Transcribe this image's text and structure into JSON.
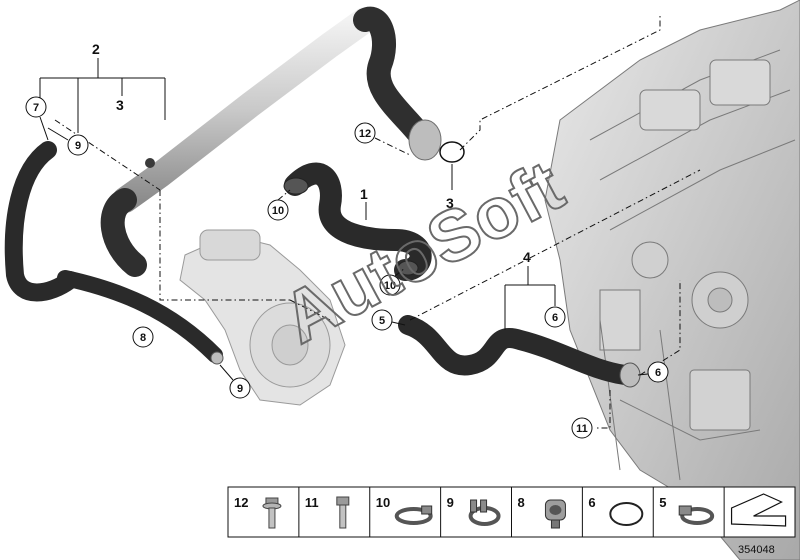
{
  "diagram": {
    "watermark": "AutoSoft",
    "drawing_number": "354048",
    "labels": {
      "l1": "1",
      "l2": "2",
      "l3_top": "3",
      "l3_bottom": "3",
      "l4": "4"
    },
    "callouts": {
      "c7": "7",
      "c9_top": "9",
      "c12": "12",
      "c10_left": "10",
      "c10_mid": "10",
      "c8": "8",
      "c9_bottom": "9",
      "c5": "5",
      "c6_right_top": "6",
      "c6_right_bottom": "6",
      "c11": "11"
    },
    "parts_table": [
      {
        "number": "12",
        "icon": "bolt-flange-icon"
      },
      {
        "number": "11",
        "icon": "bolt-icon"
      },
      {
        "number": "10",
        "icon": "hose-clamp-icon"
      },
      {
        "number": "9",
        "icon": "spring-clamp-icon"
      },
      {
        "number": "8",
        "icon": "clip-icon"
      },
      {
        "number": "6",
        "icon": "o-ring-icon"
      },
      {
        "number": "5",
        "icon": "worm-clamp-icon"
      },
      {
        "number": "",
        "icon": "arrow-icon"
      }
    ],
    "colors": {
      "hose_dark": "#2a2a2a",
      "hose_light": "#d4d4d4",
      "engine_grey": "#c8c8c8"
    }
  }
}
